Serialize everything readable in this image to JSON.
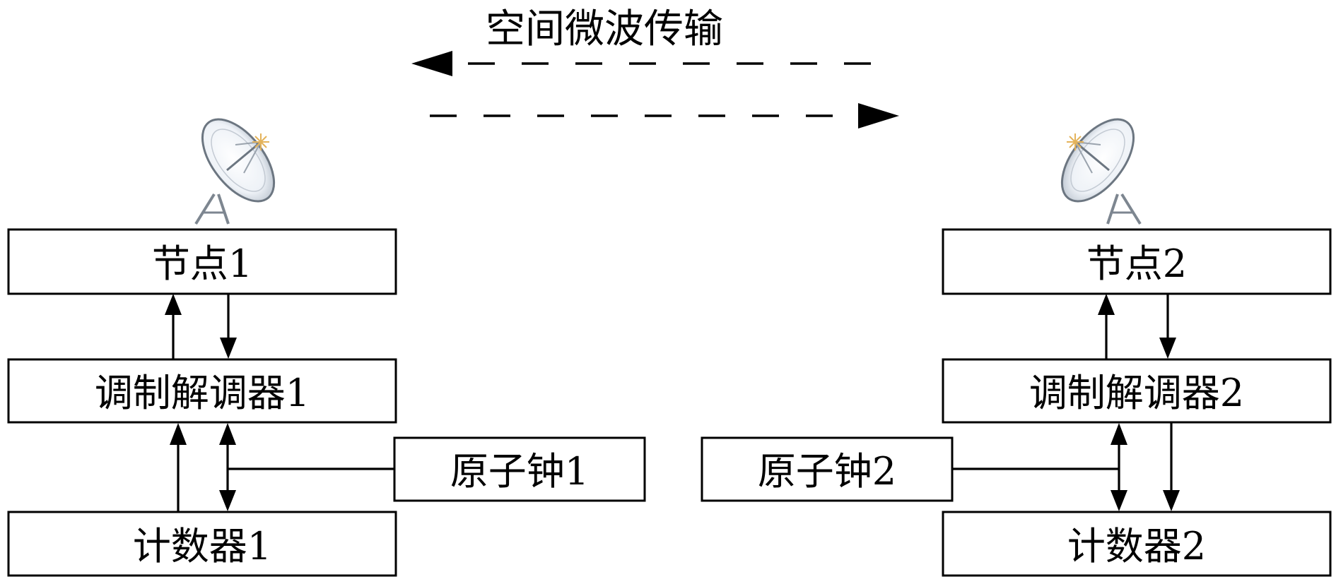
{
  "title": "空间微波传输",
  "left": {
    "node": "节点1",
    "modem": "调制解调器1",
    "clock": "原子钟1",
    "counter": "计数器1"
  },
  "right": {
    "node": "节点2",
    "modem": "调制解调器2",
    "clock": "原子钟2",
    "counter": "计数器2"
  },
  "icons": {
    "dish_left": "satellite-dish-icon",
    "dish_right": "satellite-dish-icon"
  }
}
